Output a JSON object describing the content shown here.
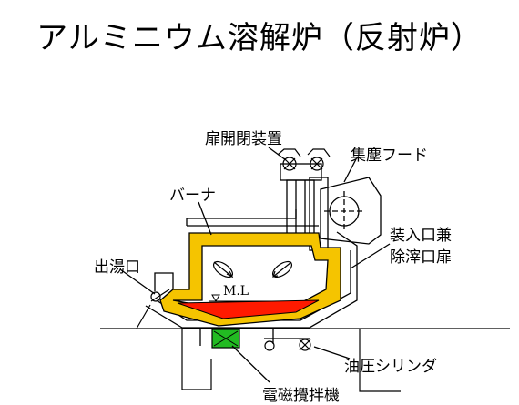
{
  "title": "アルミニウム溶解炉（反射炉）",
  "labels": {
    "door_device": "扉開閉装置",
    "hood": "集塵フード",
    "burner": "バーナ",
    "tap_hole": "出湯口",
    "charge_door_line1": "装入口兼",
    "charge_door_line2": "除滓口扉",
    "melt_level": "M.L",
    "cylinder": "油圧シリンダ",
    "stirrer": "電磁攪拌機"
  },
  "colors": {
    "refractory": "#f5c400",
    "molten_metal": "#ff1a00",
    "stirrer": "#22bb22",
    "line": "#000000"
  }
}
